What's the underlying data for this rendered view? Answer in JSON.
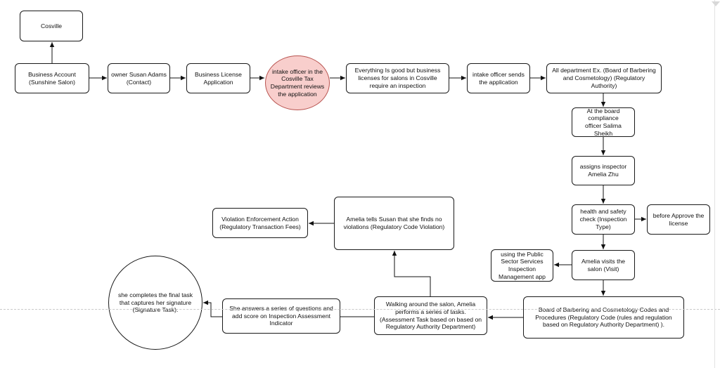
{
  "diagram": {
    "nodes": [
      {
        "id": "cosville",
        "label": "Cosville",
        "shape": "rect"
      },
      {
        "id": "business-account",
        "label": "Business Account\n(Sunshine Salon)",
        "shape": "rect"
      },
      {
        "id": "owner",
        "label": "owner Susan Adams\n(Contact)",
        "shape": "rect"
      },
      {
        "id": "license-app",
        "label": "Business License\nApplication",
        "shape": "rect"
      },
      {
        "id": "intake-review",
        "label": "intake officer in the\nCosville Tax\nDepartment reviews\nthe application",
        "shape": "circle",
        "fill": "#f8cecc"
      },
      {
        "id": "inspection-required",
        "label": "Everything Is good but business\nlicenses for salons in Cosville\nrequire an inspection",
        "shape": "rect"
      },
      {
        "id": "intake-sends",
        "label": "intake officer sends\nthe application",
        "shape": "rect"
      },
      {
        "id": "all-department",
        "label": "All department Ex. (Board of Barbering\nand Cosmetology) (Regulatory\nAuthority)",
        "shape": "rect"
      },
      {
        "id": "compliance-officer",
        "label": "At the board\ncompliance\nofficer Salima Sheikh",
        "shape": "rect"
      },
      {
        "id": "assigns-inspector",
        "label": "assigns inspector\nAmelia Zhu",
        "shape": "rect"
      },
      {
        "id": "health-check",
        "label": "health and safety\ncheck (Inspection\nType)",
        "shape": "rect"
      },
      {
        "id": "before-approve",
        "label": "before Approve the\nlicense",
        "shape": "rect"
      },
      {
        "id": "amelia-visits",
        "label": "Amelia visits the\nsalon (Visit)",
        "shape": "rect"
      },
      {
        "id": "inspection-app",
        "label": "using the Public\nSector Services\nInspection\nManagement app",
        "shape": "rect"
      },
      {
        "id": "board-codes",
        "label": "Board of Barbering and Cosmetology Codes and\nProcedures (Regulatory Code (rules and regulation\nbased on Regulatory Authority Department) ).",
        "shape": "rect"
      },
      {
        "id": "walking-around",
        "label": "Walking around the salon, Amelia\nperforms a series of tasks.\n(Assessment Task based on based on\nRegulatory Authority Department)",
        "shape": "rect"
      },
      {
        "id": "answers-questions",
        "label": "She answers a series of questions and\nadd score on Inspection Assessment\nIndicator",
        "shape": "rect"
      },
      {
        "id": "final-task",
        "label": "she completes the final task\nthat captures her signature\n(Signature Task).",
        "shape": "circle"
      },
      {
        "id": "tells-susan",
        "label": "Amelia tells Susan that she finds no\nviolations (Regulatory Code Violation)",
        "shape": "rect"
      },
      {
        "id": "violation-action",
        "label": "Violation Enforcement Action\n(Regulatory Transaction Fees)",
        "shape": "rect"
      }
    ],
    "edges": [
      {
        "from": "business-account",
        "to": "cosville"
      },
      {
        "from": "business-account",
        "to": "owner"
      },
      {
        "from": "owner",
        "to": "license-app"
      },
      {
        "from": "license-app",
        "to": "intake-review"
      },
      {
        "from": "intake-review",
        "to": "inspection-required"
      },
      {
        "from": "inspection-required",
        "to": "intake-sends"
      },
      {
        "from": "intake-sends",
        "to": "all-department"
      },
      {
        "from": "all-department",
        "to": "compliance-officer"
      },
      {
        "from": "compliance-officer",
        "to": "assigns-inspector"
      },
      {
        "from": "assigns-inspector",
        "to": "health-check"
      },
      {
        "from": "health-check",
        "to": "before-approve"
      },
      {
        "from": "health-check",
        "to": "amelia-visits"
      },
      {
        "from": "amelia-visits",
        "to": "inspection-app"
      },
      {
        "from": "amelia-visits",
        "to": "board-codes"
      },
      {
        "from": "board-codes",
        "to": "walking-around"
      },
      {
        "from": "walking-around",
        "to": "answers-questions"
      },
      {
        "from": "answers-questions",
        "to": "final-task"
      },
      {
        "from": "walking-around",
        "to": "tells-susan"
      },
      {
        "from": "tells-susan",
        "to": "violation-action"
      }
    ]
  }
}
